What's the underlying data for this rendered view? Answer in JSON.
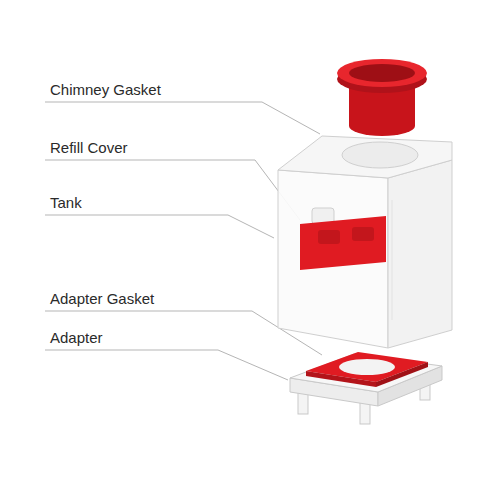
{
  "diagram": {
    "labels": [
      "Chimney Gasket",
      "Refill Cover",
      "Tank",
      "Adapter Gasket",
      "Adapter"
    ]
  }
}
